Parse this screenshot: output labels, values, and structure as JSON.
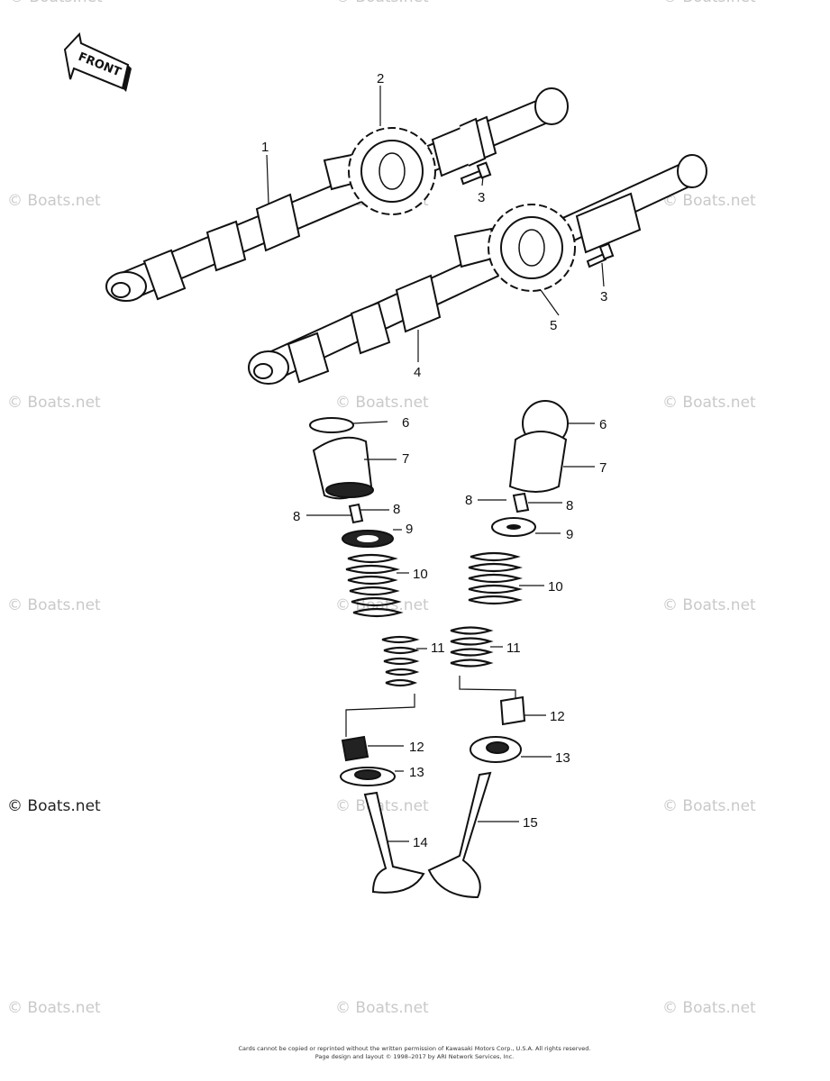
{
  "watermark_text": "© Boats.net",
  "front_label": "FRONT",
  "callouts": {
    "c1": "1",
    "c2": "2",
    "c3a": "3",
    "c3b": "3",
    "c4": "4",
    "c5": "5",
    "c6a": "6",
    "c6b": "6",
    "c7a": "7",
    "c7b": "7",
    "c8a": "8",
    "c8b": "8",
    "c8c": "8",
    "c8d": "8",
    "c9a": "9",
    "c9b": "9",
    "c10a": "10",
    "c10b": "10",
    "c11a": "11",
    "c11b": "11",
    "c12a": "12",
    "c12b": "12",
    "c13a": "13",
    "c13b": "13",
    "c14": "14",
    "c15": "15"
  },
  "footer": {
    "line1": "Cards cannot be copied or reprinted without the written permission of Kawasaki Motors Corp., U.S.A. All rights reserved.",
    "line2": "Page design and layout © 1998–2017 by ARI Network Services, Inc."
  }
}
